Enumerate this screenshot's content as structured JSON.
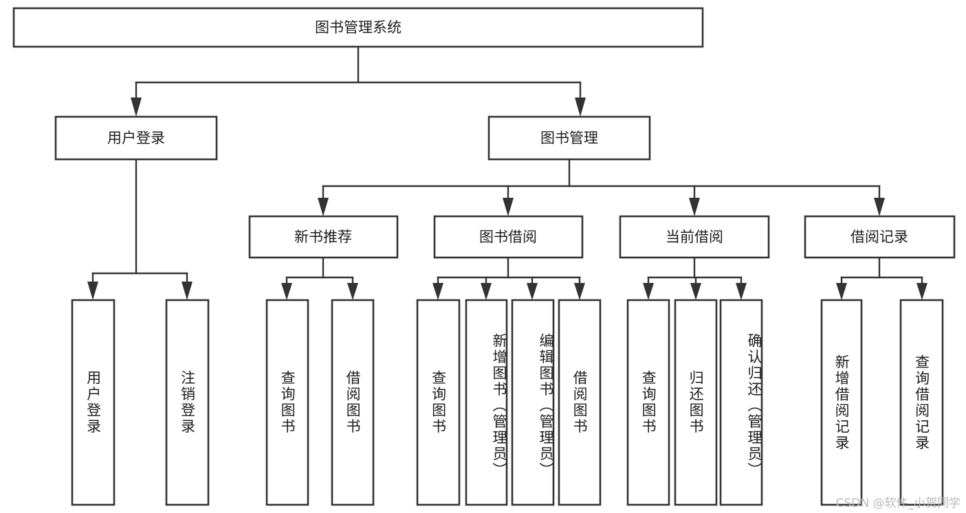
{
  "diagram": {
    "type": "tree",
    "title": "图书管理系统",
    "watermark": "CSDN @软件_小贺同学",
    "colors": {
      "stroke": "#333333",
      "box_fill": "#ffffff",
      "text": "#1d1d1d",
      "background": "#ffffff",
      "watermark": "#b9b9b9"
    },
    "levels": {
      "root": {
        "label": "图书管理系统"
      },
      "level2": [
        {
          "id": "user-login",
          "label": "用户登录"
        },
        {
          "id": "book-manage",
          "label": "图书管理"
        }
      ],
      "level3": [
        {
          "id": "new-book-recommend",
          "label": "新书推荐",
          "parent": "book-manage"
        },
        {
          "id": "book-borrow",
          "label": "图书借阅",
          "parent": "book-manage"
        },
        {
          "id": "current-borrow",
          "label": "当前借阅",
          "parent": "book-manage"
        },
        {
          "id": "borrow-record",
          "label": "借阅记录",
          "parent": "book-manage"
        }
      ],
      "leaves": [
        {
          "id": "leaf-user-login",
          "label": "用户登录",
          "parent": "user-login"
        },
        {
          "id": "leaf-logout-login",
          "label": "注销登录",
          "parent": "user-login"
        },
        {
          "id": "leaf-query-book-1",
          "label": "查询图书",
          "parent": "new-book-recommend"
        },
        {
          "id": "leaf-borrow-book-1",
          "label": "借阅图书",
          "parent": "new-book-recommend"
        },
        {
          "id": "leaf-query-book-2",
          "label": "查询图书",
          "parent": "book-borrow"
        },
        {
          "id": "leaf-add-book",
          "label": "新增图书（管理员）",
          "parent": "book-borrow"
        },
        {
          "id": "leaf-edit-book",
          "label": "编辑图书（管理员）",
          "parent": "book-borrow"
        },
        {
          "id": "leaf-borrow-book-2",
          "label": "借阅图书",
          "parent": "book-borrow"
        },
        {
          "id": "leaf-query-book-3",
          "label": "查询图书",
          "parent": "current-borrow"
        },
        {
          "id": "leaf-return-book",
          "label": "归还图书",
          "parent": "current-borrow"
        },
        {
          "id": "leaf-confirm-return",
          "label": "确认归还（管理员）",
          "parent": "current-borrow"
        },
        {
          "id": "leaf-add-record",
          "label": "新增借阅记录",
          "parent": "borrow-record"
        },
        {
          "id": "leaf-query-record",
          "label": "查询借阅记录",
          "parent": "borrow-record"
        }
      ]
    }
  }
}
